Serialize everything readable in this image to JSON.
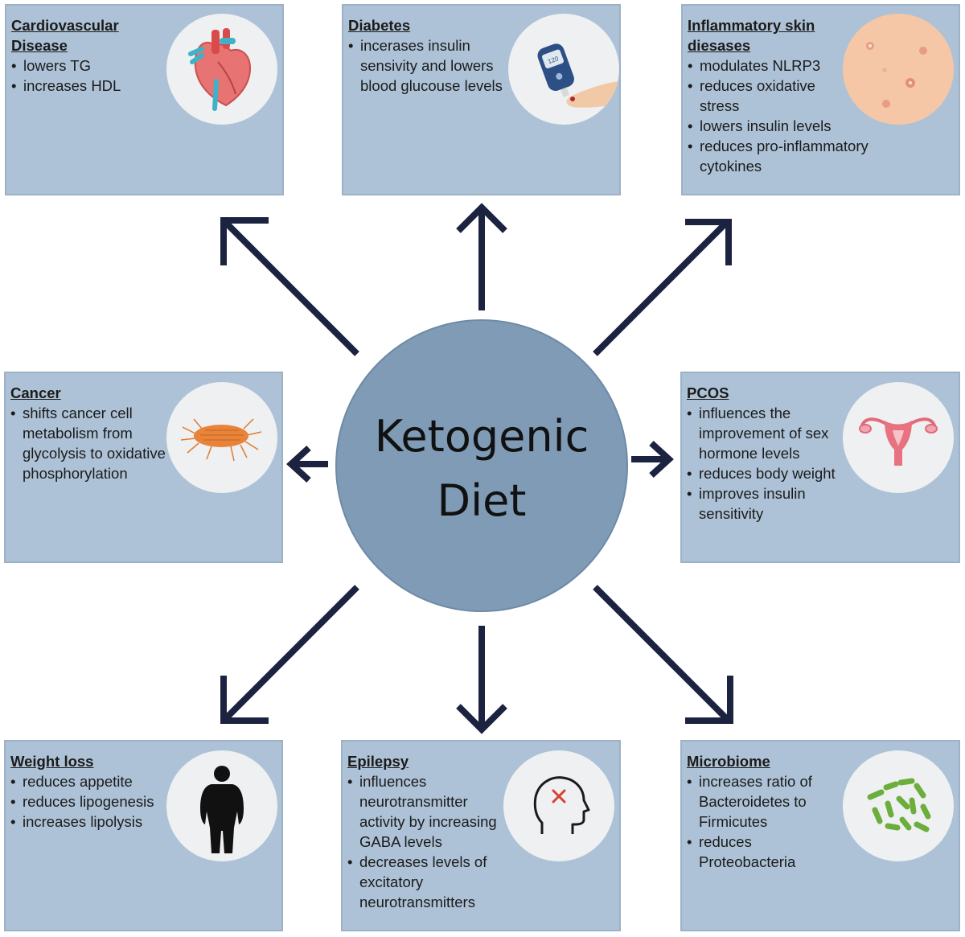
{
  "center": {
    "line1": "Ketogenic",
    "line2": "Diet"
  },
  "boxes": {
    "cardio": {
      "title": "Cardiovascular Disease",
      "items": [
        "lowers TG",
        "increases HDL"
      ]
    },
    "diabetes": {
      "title": "Diabetes",
      "items": [
        "incerases insulin sensivity and lowers blood glucouse levels"
      ]
    },
    "skin": {
      "title": "Inflammatory skin diesases",
      "items": [
        "modulates NLRP3",
        "reduces oxidative stress",
        "lowers insulin levels",
        "reduces pro-inflammatory cytokines"
      ]
    },
    "cancer": {
      "title": "Cancer",
      "items": [
        "shifts cancer cell metabolism from glycolysis to oxidative phosphorylation"
      ]
    },
    "pcos": {
      "title": "PCOS",
      "items": [
        "influences the improvement of sex hormone levels",
        "reduces body weight",
        "improves insulin sensitivity"
      ]
    },
    "weight": {
      "title": "Weight loss",
      "items": [
        "reduces appetite",
        "reduces lipogenesis",
        "increases lipolysis"
      ]
    },
    "epilepsy": {
      "title": "Epilepsy",
      "items": [
        "influences neurotransmitter activity by increasing GABA levels",
        "decreases levels of excitatory neurotransmitters"
      ]
    },
    "microbiome": {
      "title": "Microbiome",
      "items": [
        "increases ratio of Bacteroidetes to Firmicutes",
        "reduces Proteobacteria"
      ]
    }
  },
  "icons": {
    "cardio": "heart-icon",
    "diabetes": "glucose-meter-icon",
    "skin": "skin-acne-icon",
    "cancer": "cancer-cell-icon",
    "pcos": "uterus-icon",
    "weight": "body-silhouette-icon",
    "epilepsy": "head-profile-icon",
    "microbiome": "bacteria-icon"
  },
  "glucose_meter_display": "120",
  "colors": {
    "box_fill": "#adc2d6",
    "center_fill": "#7f9bb6",
    "arrow": "#1c2340"
  }
}
